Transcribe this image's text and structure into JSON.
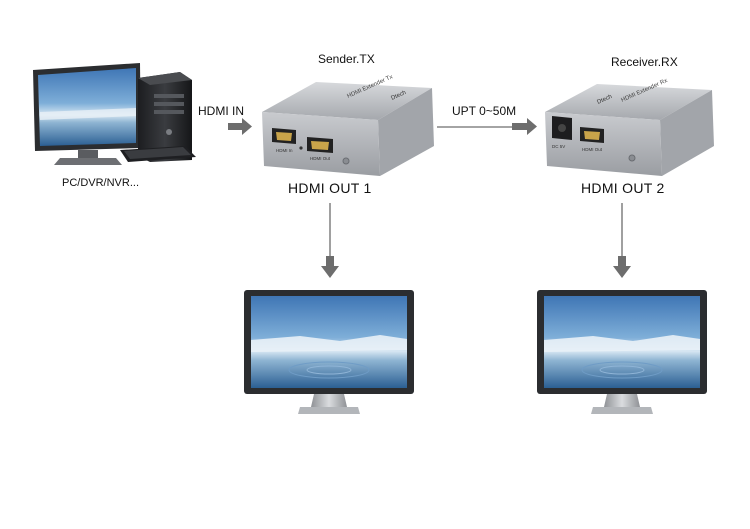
{
  "labels": {
    "source": "PC/DVR/NVR...",
    "hdmi_in": "HDMI IN",
    "sender": "Sender.TX",
    "upt": "UPT 0~50M",
    "receiver": "Receiver.RX",
    "out1": "HDMI OUT 1",
    "out2": "HDMI OUT 2"
  },
  "device_text": {
    "tx_brand": "Dtech",
    "tx_title": "HDMI Extender Tx",
    "tx_port_a": "HDMI In",
    "tx_port_b": "HDMI Out",
    "rx_brand": "Dtech",
    "rx_title": "HDMI Extender Rx",
    "rx_port_a": "DC 5V",
    "rx_port_b": "HDMI Out"
  },
  "colors": {
    "arrow": "#6d6d6d",
    "device_body": "#b9bcc0",
    "monitor_frame": "#2b2d30"
  }
}
